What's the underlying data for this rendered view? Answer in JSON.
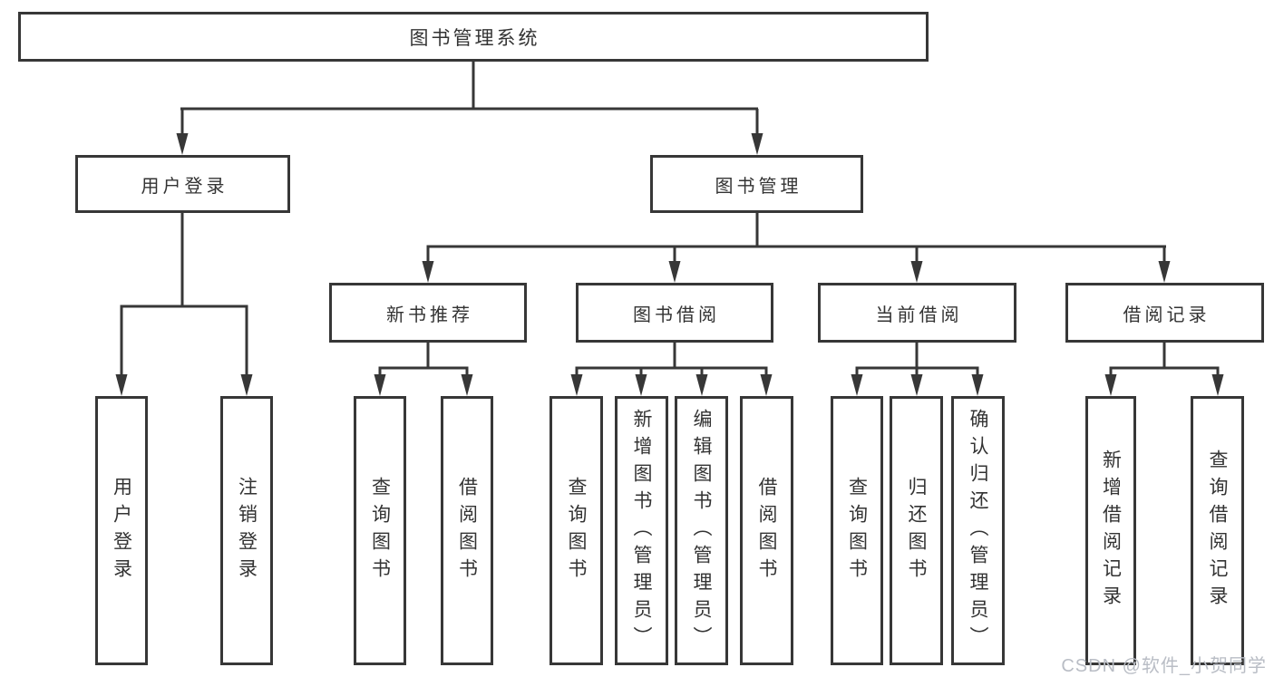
{
  "diagram": {
    "root": {
      "label": "图书管理系统"
    },
    "branches": [
      {
        "label": "用户登录",
        "children": [
          {
            "label": "用户登录"
          },
          {
            "label": "注销登录"
          }
        ]
      },
      {
        "label": "图书管理",
        "children": [
          {
            "label": "新书推荐",
            "children": [
              {
                "label": "查询图书"
              },
              {
                "label": "借阅图书"
              }
            ]
          },
          {
            "label": "图书借阅",
            "children": [
              {
                "label": "查询图书"
              },
              {
                "label": "新增图书（管理员）"
              },
              {
                "label": "编辑图书（管理员）"
              },
              {
                "label": "借阅图书"
              }
            ]
          },
          {
            "label": "当前借阅",
            "children": [
              {
                "label": "查询图书"
              },
              {
                "label": "归还图书"
              },
              {
                "label": "确认归还（管理员）"
              }
            ]
          },
          {
            "label": "借阅记录",
            "children": [
              {
                "label": "新增借阅记录"
              },
              {
                "label": "查询借阅记录"
              }
            ]
          }
        ]
      }
    ]
  },
  "watermark": {
    "text": "CSDN @软件_小贺同学"
  },
  "colors": {
    "line": "#373737",
    "box_border": "#373737",
    "text": "#333333",
    "background": "#ffffff",
    "watermark": "#b9bdc5"
  }
}
